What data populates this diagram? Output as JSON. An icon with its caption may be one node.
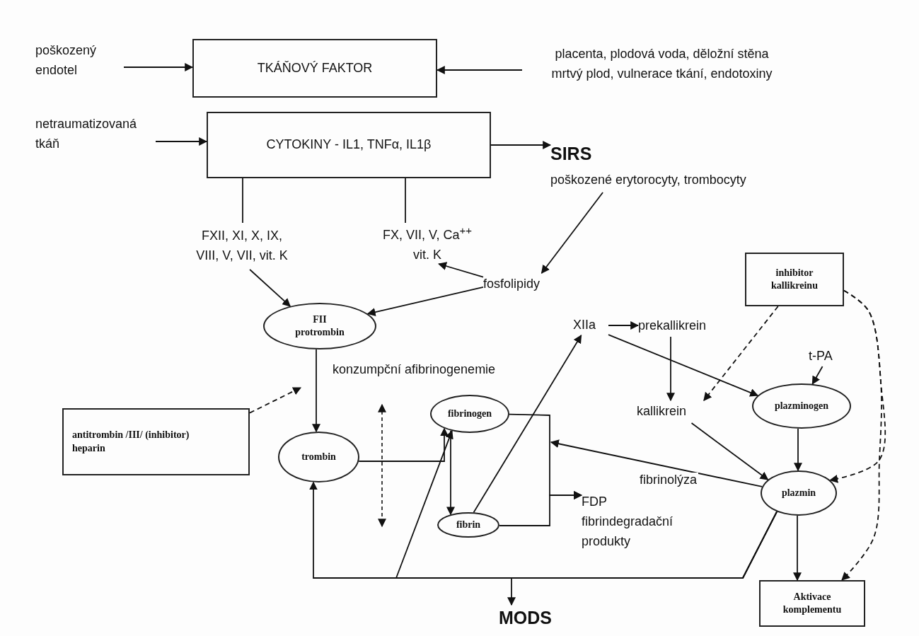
{
  "diagram": {
    "nodes": [
      {
        "text": [
          "poškozený endotel"
        ]
      },
      {
        "text": [
          "TKÁŇOVÝ  FAKTOR"
        ]
      },
      {
        "text": [
          "placenta, plodová voda, děložní stěna",
          "mrtvý plod, vulnerace tkání, endotoxiny"
        ]
      },
      {
        "text": [
          "netraumatizovaná tkáň"
        ]
      },
      {
        "text": [
          "CYTOKINY - IL1, TNFα, IL1β"
        ]
      },
      {
        "text": [
          "SIRS"
        ]
      },
      {
        "text": [
          "poškozené erytorocyty, trombocyty"
        ]
      },
      {
        "text": [
          "FXII, XI, X, IX, VIII, V, VII, vit. K"
        ]
      },
      {
        "text": [
          "FX, VII, V, Ca$^{++}$ vit. K"
        ]
      },
      {
        "text": [
          "fosfolipidy"
        ]
      },
      {
        "text": [
          "FII protrombin"
        ]
      },
      {
        "text": [
          "inhibitor kallikreinu"
        ]
      },
      {
        "text": [
          "antitrombin /III/ (inhibitor) heparin"
        ]
      },
      {
        "text": [
          "konzumpční afibrinogenemie"
        ]
      },
      {
        "text": [
          "trombin"
        ]
      },
      {
        "text": [
          "fibrinogen"
        ]
      },
      {
        "text": [
          "fibrin"
        ]
      },
      {
        "text": [
          "XIIa"
        ]
      },
      {
        "text": [
          "prekallikrein"
        ]
      },
      {
        "text": [
          "t-PA"
        ]
      },
      {
        "text": [
          "kallikrein"
        ]
      },
      {
        "text": [
          "plazminogen"
        ]
      },
      {
        "text": [
          "plazmin"
        ]
      },
      {
        "text": [
          "FDP",
          "fibrindegradační produkty"
        ]
      },
      {
        "text": [
          "MODS"
        ]
      },
      {
        "text": [
          "Aktivace komplementu"
        ]
      }
    ],
    "edges": [
      {
        "from": 0,
        "to": 1,
        "arrow": "to"
      },
      {
        "from": 2,
        "to": 1,
        "arrow": "to"
      },
      {
        "from": 3,
        "to": 4,
        "arrow": "to"
      },
      {
        "from": 4,
        "to": 5,
        "arrow": "to"
      },
      {
        "from": 4,
        "to": 7,
        "arrow": "none"
      },
      {
        "from": 4,
        "to": 8,
        "arrow": "none"
      },
      {
        "from": 6,
        "to": 9,
        "arrow": "to"
      },
      {
        "from": 9,
        "to": 8,
        "arrow": "to"
      },
      {
        "from": 7,
        "to": 10,
        "arrow": "to"
      },
      {
        "from": 9,
        "to": 10,
        "arrow": "to"
      },
      {
        "from": 10,
        "to": 14,
        "arrow": "to"
      },
      {
        "from": 12,
        "to": null,
        "arrow": "to",
        "style": "dashed"
      },
      {
        "from": 14,
        "to": 15,
        "arrow": "to"
      },
      {
        "from": 22,
        "to": 14,
        "arrow": "to"
      },
      {
        "from": 22,
        "to": 15,
        "arrow": "to"
      },
      {
        "from": 22,
        "to": 24,
        "arrow": "to"
      },
      {
        "from": 15,
        "to": 16,
        "arrow": "to"
      },
      {
        "from": 16,
        "to": 17,
        "arrow": "to"
      },
      {
        "from": 15,
        "to": 23,
        "arrow": "to"
      },
      {
        "from": 16,
        "to": 23,
        "arrow": "to"
      },
      {
        "from": 22,
        "to": null,
        "arrow": "to",
        "label": "fibrinolýza"
      },
      {
        "from": 17,
        "to": 18,
        "arrow": "to"
      },
      {
        "from": 17,
        "to": 21,
        "arrow": "to"
      },
      {
        "from": 18,
        "to": 20,
        "arrow": "to"
      },
      {
        "from": 11,
        "to": 20,
        "arrow": "to",
        "style": "dashed"
      },
      {
        "from": 19,
        "to": 21,
        "arrow": "to"
      },
      {
        "from": 20,
        "to": 22,
        "arrow": "to"
      },
      {
        "from": 21,
        "to": 22,
        "arrow": "to"
      },
      {
        "from": 22,
        "to": 25,
        "arrow": "to"
      },
      {
        "from": 11,
        "to": 22,
        "arrow": "to",
        "style": "dashed"
      },
      {
        "from": 11,
        "to": 25,
        "arrow": "to",
        "style": "dashed"
      }
    ]
  }
}
